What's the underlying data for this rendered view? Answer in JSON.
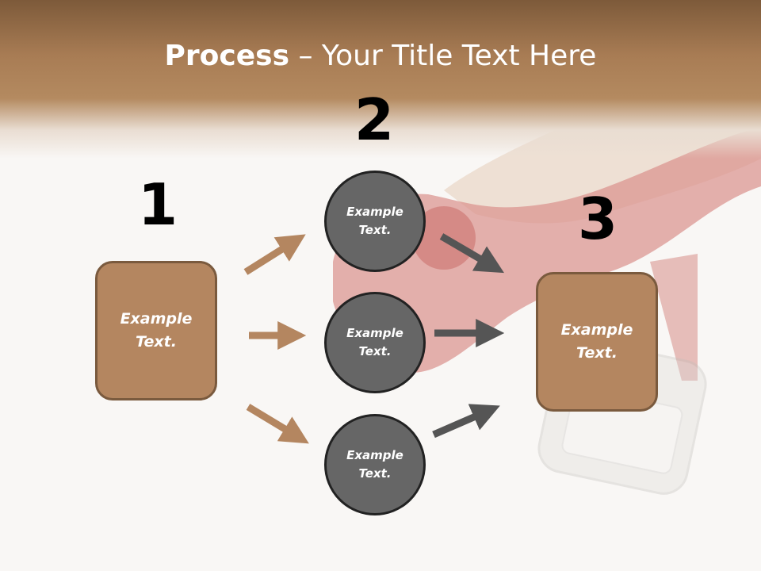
{
  "slide": {
    "title_bold": "Process",
    "title_rest": " – Your Title Text Here",
    "steps": {
      "one": "1",
      "two": "2",
      "three": "3"
    },
    "left_box": "Example\nText.",
    "circles": [
      "Example\nText.",
      "Example\nText.",
      "Example\nText."
    ],
    "right_box": "Example\nText."
  },
  "colors": {
    "brown_accent": "#b48660",
    "gray_circle": "#666666",
    "arrow_brown": "#b48660",
    "arrow_gray": "#555555"
  }
}
